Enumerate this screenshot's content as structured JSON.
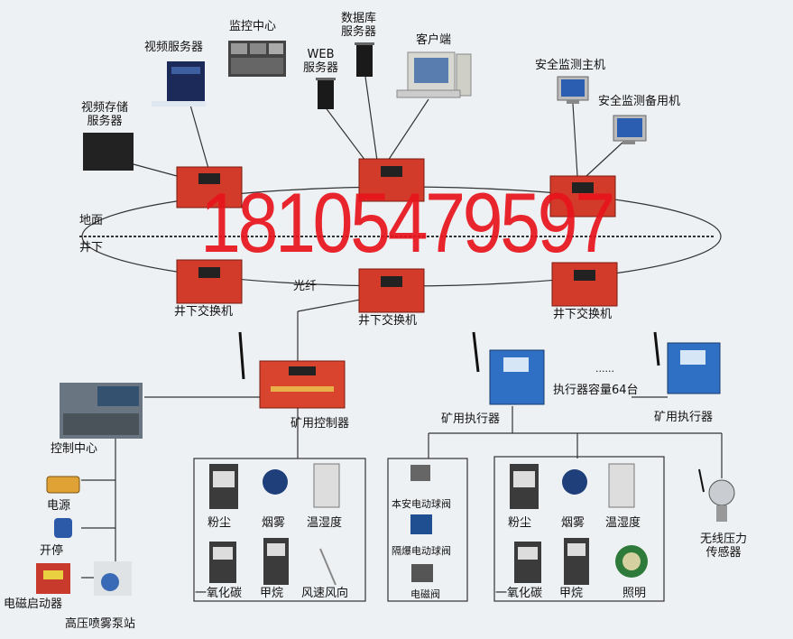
{
  "labels": {
    "surveillance_center": "监控中心",
    "video_server": "视频服务器",
    "video_storage": "视频存储\n服务器",
    "web_server": "WEB\n服务器",
    "db_server": "数据库\n服务器",
    "client": "客户端",
    "safety_main": "安全监测主机",
    "safety_backup": "安全监测备用机",
    "ground": "地面",
    "underground": "井下",
    "fiber": "光纤",
    "switch_1": "井下交换机",
    "switch_2": "井下交换机",
    "switch_3": "井下交换机",
    "mine_controller": "矿用控制器",
    "control_center": "控制中心",
    "power": "电源",
    "start_stop": "开停",
    "magnetic_starter": "电磁启动器",
    "spray_pump": "高压喷雾泵站",
    "actuator_1": "矿用执行器",
    "actuator_2": "矿用执行器",
    "dots": "......",
    "actuator_capacity": "执行器容量64台",
    "wireless_pressure": "无线压力\n传感器",
    "box1": {
      "dust": "粉尘",
      "smoke": "烟雾",
      "temp_humidity": "温湿度",
      "co": "一氧化碳",
      "methane": "甲烷",
      "wind": "风速风向"
    },
    "box2": {
      "safe_valve": "本安电动球阀",
      "explosion_valve": "隔爆电动球阀",
      "solenoid_valve": "电磁阀"
    },
    "box3": {
      "dust": "粉尘",
      "smoke": "烟雾",
      "temp_humidity": "温湿度",
      "co": "一氧化碳",
      "methane": "甲烷",
      "lighting": "照明"
    }
  },
  "watermark": "18105479597",
  "colors": {
    "switch_red": "#d23a2a",
    "actuator_blue": "#2f6fc4",
    "watermark_red": "#e8141c",
    "line": "#333333"
  }
}
